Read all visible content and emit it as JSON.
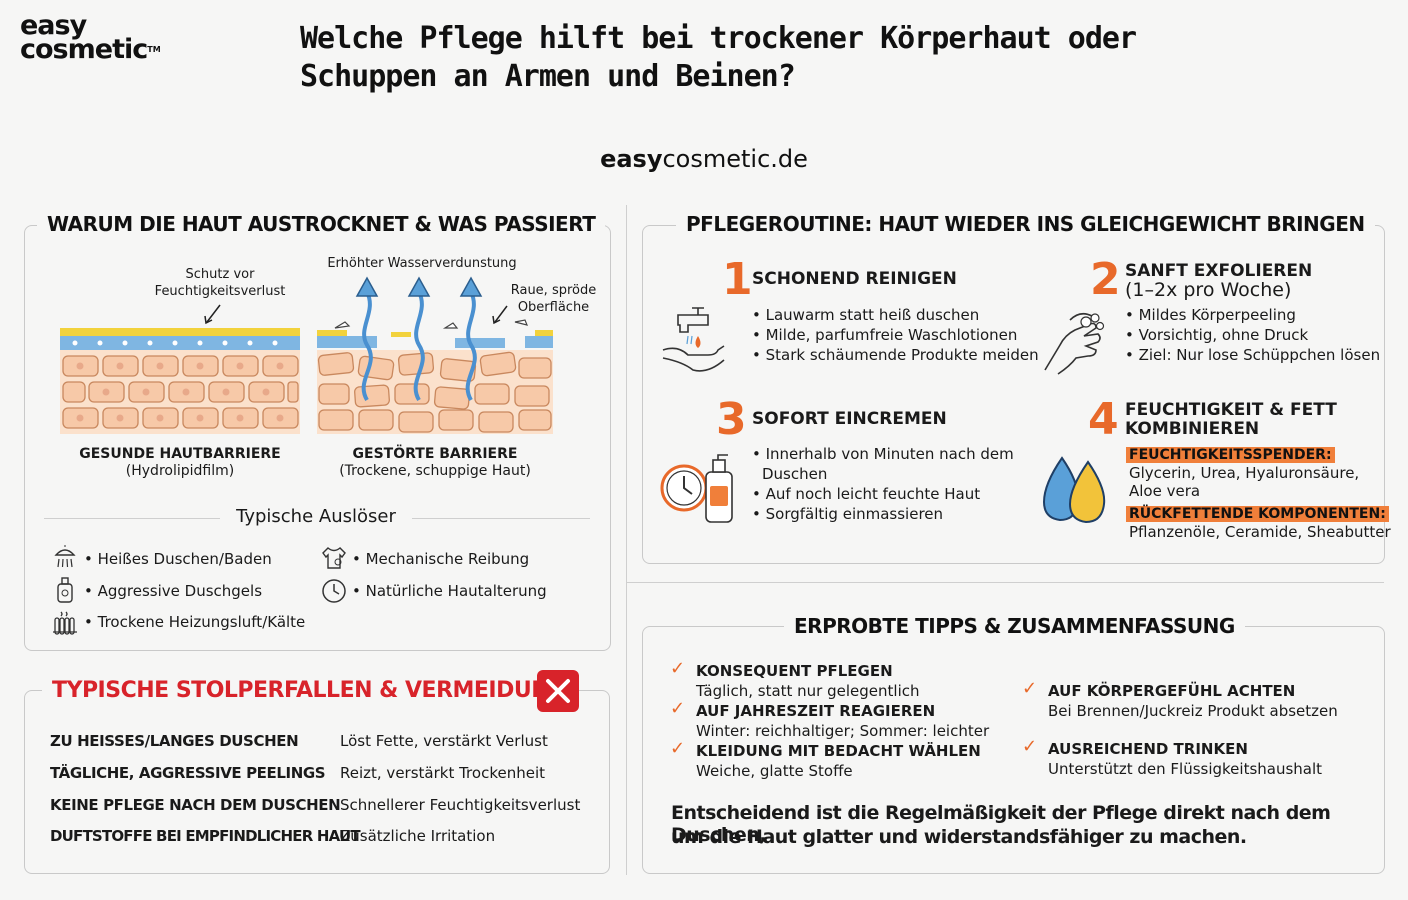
{
  "brand": {
    "logo_line1": "easy",
    "logo_line2": "cosmetic",
    "logo_tm": "TM",
    "site_bold": "easy",
    "site_rest": "cosmetic.de"
  },
  "title": "Welche Pflege hilft bei trockener Körperhaut oder Schuppen an Armen und Beinen?",
  "left_panel": {
    "title": "WARUM DIE HAUT AUSTROCKNET & WAS PASSIERT",
    "label_schutz": "Schutz vor Feuchtigkeitsverlust",
    "label_wasser": "Erhöhter Wasserverdunstung",
    "label_raue": "Raue, spröde Oberfläche",
    "healthy_title": "GESUNDE HAUTBARRIERE",
    "healthy_sub": "(Hydrolipidfilm)",
    "damaged_title": "GESTÖRTE BARRIERE",
    "damaged_sub": "(Trockene, schuppige Haut)",
    "triggers_title": "Typische Auslöser",
    "triggers": [
      "• Heißes Duschen/Baden",
      "• Aggressive Duschgels",
      "• Trockene Heizungsluft/Kälte",
      "• Mechanische Reibung",
      "• Natürliche Hautalterung"
    ]
  },
  "pitfalls": {
    "title": "TYPISCHE STOLPERFALLEN & VERMEIDUNG",
    "rows": [
      {
        "cause": "ZU HEISSES/LANGES DUSCHEN",
        "effect": "Löst Fette, verstärkt Verlust"
      },
      {
        "cause": "TÄGLICHE, AGGRESSIVE PEELINGS",
        "effect": "Reizt, verstärkt Trockenheit"
      },
      {
        "cause": "KEINE PFLEGE NACH DEM DUSCHEN",
        "effect": "Schnellerer Feuchtigkeitsverlust"
      },
      {
        "cause": "DUFTSTOFFE BEI EMPFINDLICHER HAUT",
        "effect": "Zusätzliche Irritation"
      }
    ]
  },
  "routine": {
    "title": "PFLEGEROUTINE: HAUT WIEDER INS GLEICHGEWICHT BRINGEN",
    "steps": [
      {
        "num": "1",
        "head": "SCHONEND REINIGEN",
        "head2": "",
        "items": [
          "• Lauwarm statt heiß duschen",
          "• Milde, parfumfreie Waschlotionen",
          "• Stark schäumende Produkte meiden"
        ]
      },
      {
        "num": "2",
        "head": "SANFT EXFOLIEREN",
        "head2": "(1–2x pro Woche)",
        "items": [
          "• Mildes Körperpeeling",
          "• Vorsichtig, ohne Druck",
          "• Ziel: Nur lose Schüppchen lösen"
        ]
      },
      {
        "num": "3",
        "head": "SOFORT EINCREMEN",
        "head2": "",
        "items": [
          "• Innerhalb von Minuten nach dem",
          "Duschen",
          "• Auf noch leicht feuchte Haut",
          "• Sorgfältig einmassieren"
        ]
      },
      {
        "num": "4",
        "head": "FEUCHTIGKEIT & FETT",
        "head2": "KOMBINIEREN",
        "hl1": "FEUCHTIGKEITSSPENDER:",
        "text1": "Glycerin, Urea, Hyaluronsäure,",
        "text1b": "Aloe vera",
        "hl2": "RÜCKFETTENDE KOMPONENTEN:",
        "text2": "Pflanzenöle, Ceramide, Sheabutter"
      }
    ]
  },
  "tips": {
    "title": "ERPROBTE TIPPS & ZUSAMMENFASSUNG",
    "items": [
      {
        "head": "KONSEQUENT PFLEGEN",
        "sub": "Täglich, statt nur gelegentlich"
      },
      {
        "head": "AUF JAHRESZEIT REAGIEREN",
        "sub": "Winter: reichhaltiger; Sommer: leichter"
      },
      {
        "head": "KLEIDUNG MIT BEDACHT WÄHLEN",
        "sub": "Weiche, glatte Stoffe"
      },
      {
        "head": "AUF KÖRPERGEFÜHL ACHTEN",
        "sub": "Bei Brennen/Juckreiz Produkt absetzen"
      },
      {
        "head": "AUSREICHEND TRINKEN",
        "sub": "Unterstützt den Flüssigkeitshaushalt"
      }
    ],
    "check": "✓",
    "summary1": "Entscheidend ist die Regelmäßigkeit der Pflege direkt nach dem Duschen,",
    "summary2": "um die Haut glatter und widerstandsfähiger zu machen."
  },
  "colors": {
    "accent": "#e8692a",
    "red": "#d8232a",
    "lipid_yellow": "#f2d23c",
    "water_blue": "#5aa0d8",
    "cell": "#f7c9a8"
  }
}
